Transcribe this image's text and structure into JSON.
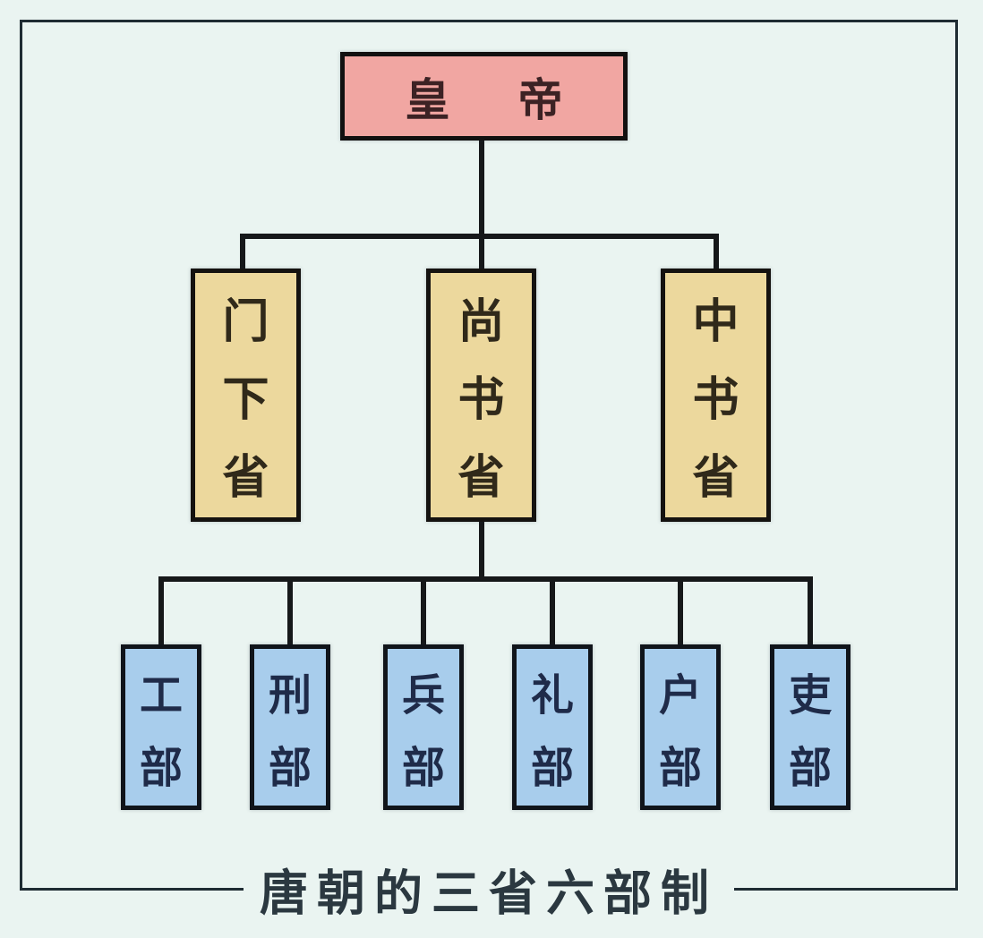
{
  "title": "唐朝的三省六部制",
  "chart": {
    "root": {
      "label": "皇帝"
    },
    "departments": [
      {
        "label": "门下省"
      },
      {
        "label": "尚书省"
      },
      {
        "label": "中书省"
      }
    ],
    "ministries": [
      {
        "label": "工部"
      },
      {
        "label": "刑部"
      },
      {
        "label": "兵部"
      },
      {
        "label": "礼部"
      },
      {
        "label": "户部"
      },
      {
        "label": "吏部"
      }
    ]
  },
  "colors": {
    "background": "#eaf4f1",
    "frame_border": "#1f2c33",
    "connector": "#16181a",
    "emperor_box": "#f1a6a2",
    "department_box": "#ecd89d",
    "ministry_box": "#a8cdec",
    "title_text": "#2b3840"
  }
}
